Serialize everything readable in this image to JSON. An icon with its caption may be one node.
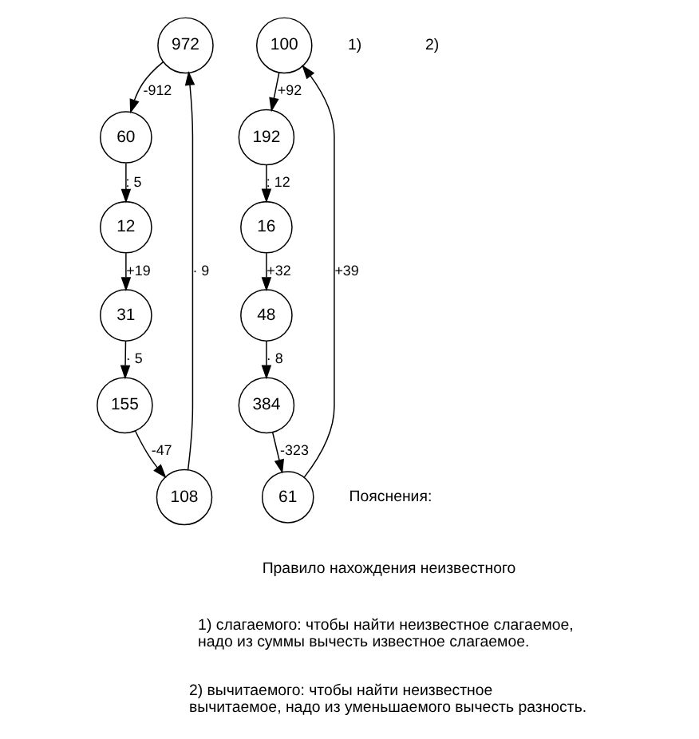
{
  "diagram": {
    "nodes": [
      {
        "text": [
          "972"
        ]
      },
      {
        "text": [
          "60"
        ]
      },
      {
        "text": [
          "12"
        ]
      },
      {
        "text": [
          "31"
        ]
      },
      {
        "text": [
          "155"
        ]
      },
      {
        "text": [
          "108"
        ]
      },
      {
        "text": [
          "100"
        ]
      },
      {
        "text": [
          "192"
        ]
      },
      {
        "text": [
          "16"
        ]
      },
      {
        "text": [
          "48"
        ]
      },
      {
        "text": [
          "384"
        ]
      },
      {
        "text": [
          "61"
        ]
      }
    ],
    "edges": [
      {
        "from": 0,
        "to": 1,
        "arrow": "to",
        "label": "-912"
      },
      {
        "from": 1,
        "to": 2,
        "arrow": "to",
        "label": ": 5"
      },
      {
        "from": 2,
        "to": 3,
        "arrow": "to",
        "label": "+19"
      },
      {
        "from": 3,
        "to": 4,
        "arrow": "to",
        "label": "· 5"
      },
      {
        "from": 4,
        "to": 5,
        "arrow": "to",
        "label": "-47"
      },
      {
        "from": 5,
        "to": 0,
        "arrow": "to",
        "label": "· 9"
      },
      {
        "from": 6,
        "to": 7,
        "arrow": "to",
        "label": "+92"
      },
      {
        "from": 7,
        "to": 8,
        "arrow": "to",
        "label": ": 12"
      },
      {
        "from": 8,
        "to": 9,
        "arrow": "to",
        "label": "+32"
      },
      {
        "from": 9,
        "to": 10,
        "arrow": "to",
        "label": "· 8"
      },
      {
        "from": 10,
        "to": 11,
        "arrow": "to",
        "label": "-323"
      },
      {
        "from": 11,
        "to": 6,
        "arrow": "to",
        "label": "+39"
      }
    ],
    "labels": [
      "1)",
      "2)",
      "Пояснения:",
      "Правило нахождения неизвестного",
      "1) слагаемого: чтобы найти неизвестное слагаемое, надо из суммы вычесть известное слагаемое.",
      "2) вычитаемого: чтобы найти неизвестное вычитаемое, надо из уменьшаемого вычесть разность."
    ]
  }
}
